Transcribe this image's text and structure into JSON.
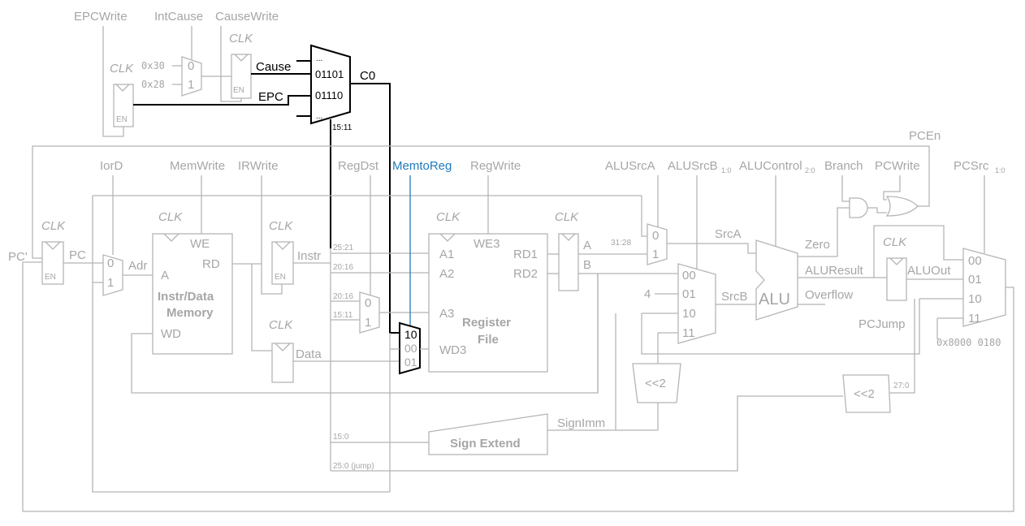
{
  "control": {
    "epcwrite": "EPCWrite",
    "intcause": "IntCause",
    "causewrite": "CauseWrite",
    "pcen": "PCEn",
    "iord": "IorD",
    "memwrite": "MemWrite",
    "irwrite": "IRWrite",
    "regdst": "RegDst",
    "memtoreg": "MemtoReg",
    "regwrite": "RegWrite",
    "alusrca": "ALUSrcA",
    "alusrcb": "ALUSrcB",
    "alusrcb_sub": "1:0",
    "alucontrol": "ALUControl",
    "alucontrol_sub": "2:0",
    "branch": "Branch",
    "pcwrite": "PCWrite",
    "pcsrc": "PCSrc",
    "pcsrc_sub": "1:0"
  },
  "clk": "CLK",
  "en": "EN",
  "exception": {
    "const_30": "0x30",
    "const_28": "0x28",
    "mux_in0": "0",
    "mux_in1": "1",
    "cause": "Cause",
    "epc": "EPC",
    "c0": "C0",
    "c0_dots_top": "...",
    "c0_01101": "01101",
    "c0_01110": "01110",
    "c0_dots_bottom": "...",
    "c0_bits": "15:11"
  },
  "datapath": {
    "pc_prime": "PC'",
    "pc": "PC",
    "adr": "Adr",
    "mem_a": "A",
    "mem_we": "WE",
    "mem_rd": "RD",
    "mem_title1": "Instr/Data",
    "mem_title2": "Memory",
    "mem_wd": "WD",
    "instr": "Instr",
    "data": "Data",
    "bits_25_21": "25:21",
    "bits_20_16a": "20:16",
    "bits_20_16b": "20:16",
    "bits_15_11": "15:11",
    "bits_15_0": "15:0",
    "bits_25_0": "25:0 (jump)",
    "bits_31_28": "31:28",
    "bits_27_0": "27:0",
    "rf_a1": "A1",
    "rf_a2": "A2",
    "rf_a3": "A3",
    "rf_wd3": "WD3",
    "rf_we3": "WE3",
    "rf_rd1": "RD1",
    "rf_rd2": "RD2",
    "rf_title1": "Register",
    "rf_title2": "File",
    "reg_a": "A",
    "reg_b": "B",
    "mux3_10": "10",
    "mux3_00": "00",
    "mux3_01": "01",
    "srca": "SrcA",
    "srcb": "SrcB",
    "srcb_00": "00",
    "srcb_01": "01",
    "srcb_10": "10",
    "srcb_11": "11",
    "four": "4",
    "alu": "ALU",
    "zero": "Zero",
    "aluresult": "ALUResult",
    "overflow": "Overflow",
    "aluout": "ALUOut",
    "pcjump": "PCJump",
    "pc_00": "00",
    "pc_01": "01",
    "pc_10": "10",
    "pc_11": "11",
    "const_80000180": "0x8000 0180",
    "sll_1": "<<2",
    "sll_2": "<<2",
    "signimm": "SignImm",
    "sign_extend": "Sign Extend"
  }
}
